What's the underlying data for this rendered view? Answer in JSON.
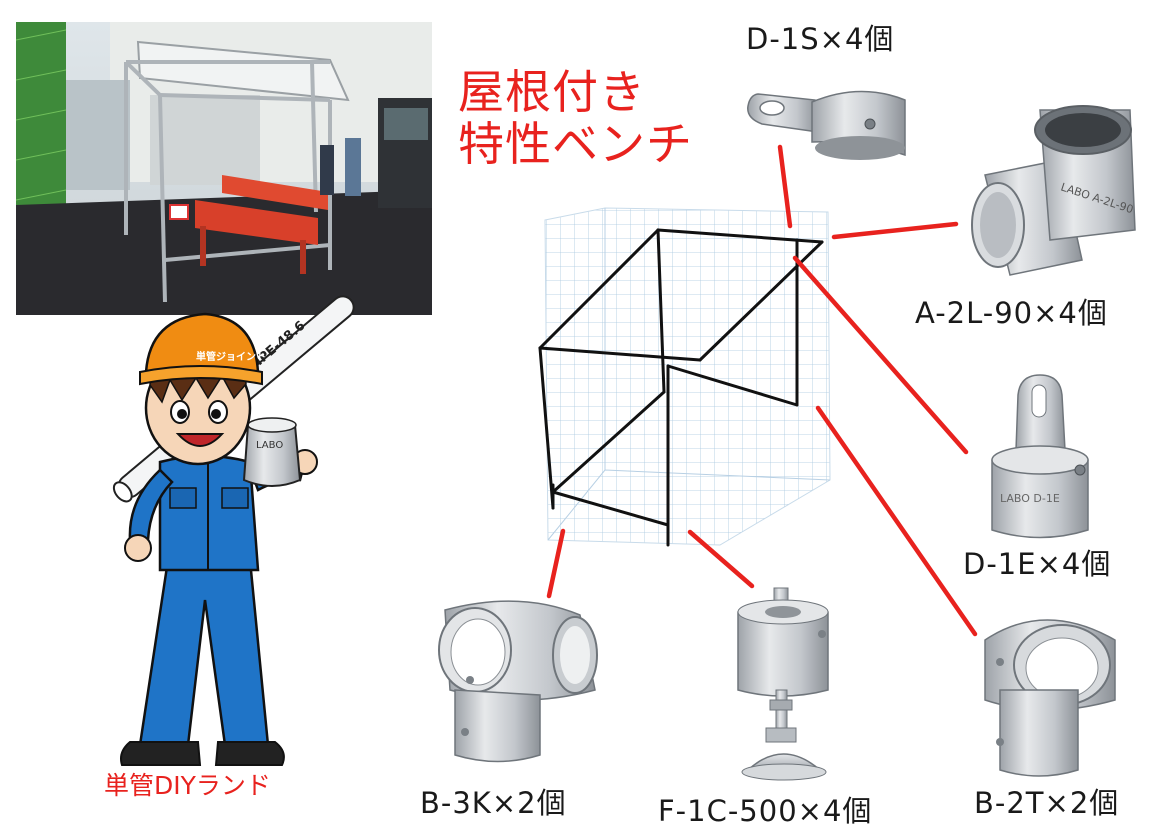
{
  "title": {
    "line1": "屋根付き",
    "line2": "特性ベンチ"
  },
  "brand": {
    "text": "単管DIYランド"
  },
  "mascot": {
    "pipe_text": "PIPE-48.6",
    "helmet_text": "単管ジョイント",
    "fitting_text": "LABO"
  },
  "parts": [
    {
      "id": "d1s",
      "label": "D-1S×4個"
    },
    {
      "id": "a2l90",
      "label": "A-2L-90×4個"
    },
    {
      "id": "d1e",
      "label": "D-1E×4個"
    },
    {
      "id": "b3k",
      "label": "B-3K×2個"
    },
    {
      "id": "f1c500",
      "label": "F-1C-500×4個"
    },
    {
      "id": "b2t",
      "label": "B-2T×2個"
    }
  ],
  "fitting_stamps": {
    "a2l90": "LABO A-2L-90",
    "d1e": "LABO D-1E"
  },
  "colors": {
    "accent_red": "#e8221e",
    "steel": "#c9ccd0",
    "grid": "#a9c8e0"
  }
}
